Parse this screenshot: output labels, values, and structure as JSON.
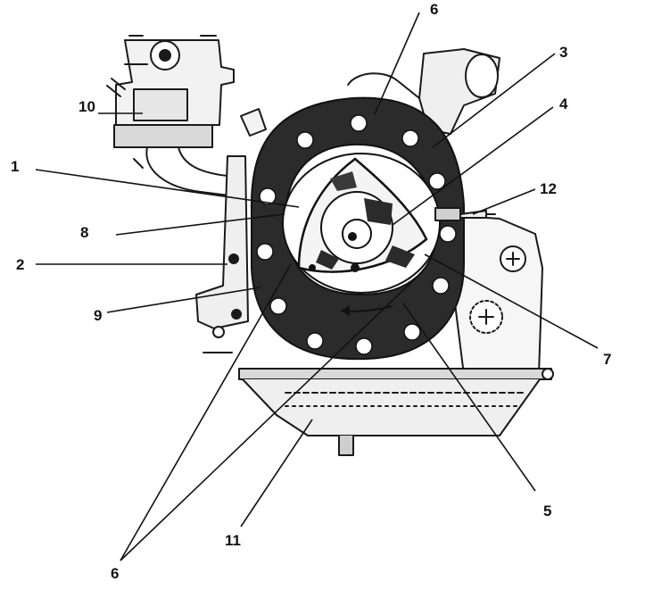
{
  "colors": {
    "ink": "#1a1a1a",
    "gasket": "#2b2b2b",
    "paper": "#ffffff",
    "shade": "#8a8a8a"
  },
  "callouts": {
    "c1": "1",
    "c2": "2",
    "c3": "3",
    "c4": "4",
    "c5": "5",
    "c6_top": "6",
    "c6_bottom": "6",
    "c7": "7",
    "c8": "8",
    "c9": "9",
    "c10": "10",
    "c11": "11",
    "c12": "12"
  }
}
